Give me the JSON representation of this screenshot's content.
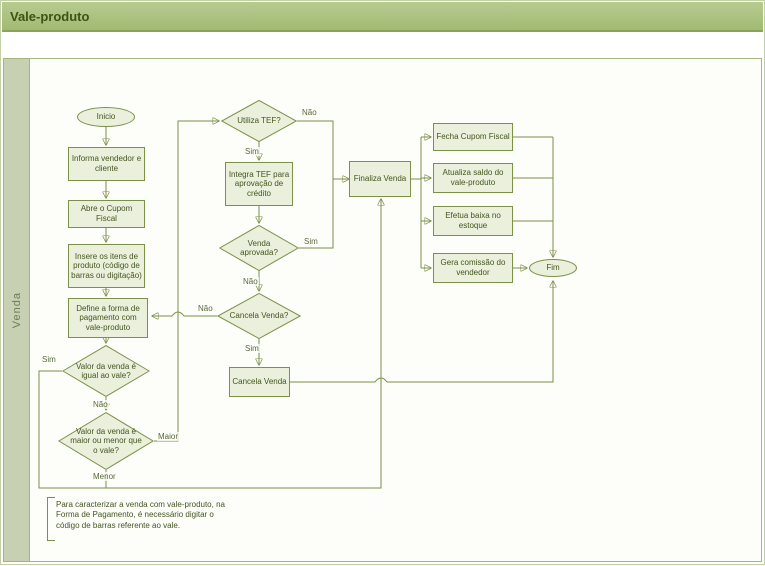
{
  "header": {
    "title": "Vale-produto"
  },
  "lane": {
    "label": "Venda"
  },
  "nodes": {
    "inicio": {
      "label": "Inicio",
      "type": "start"
    },
    "informa_vendedor": {
      "label": "Informa vendedor e cliente",
      "type": "process"
    },
    "abre_cupom": {
      "label": "Abre o Cupom Fiscal",
      "type": "process"
    },
    "insere_itens": {
      "label": "Insere os itens de produto (código de barras ou digitação)",
      "type": "process"
    },
    "define_forma": {
      "label": "Define a forma de pagamento com vale-produto",
      "type": "process"
    },
    "valor_igual": {
      "label": "Valor da venda é igual ao vale?",
      "type": "decision"
    },
    "valor_maior_menor": {
      "label": "Valor da venda é maior ou menor que o vale?",
      "type": "decision"
    },
    "utiliza_tef": {
      "label": "Utiliza TEF?",
      "type": "decision"
    },
    "integra_tef": {
      "label": "Integra TEF para aprovação de crédito",
      "type": "process"
    },
    "venda_aprovada": {
      "label": "Venda aprovada?",
      "type": "decision"
    },
    "cancela_venda_q": {
      "label": "Cancela Venda?",
      "type": "decision"
    },
    "cancela_venda": {
      "label": "Cancela Venda",
      "type": "process"
    },
    "finaliza_venda": {
      "label": "Finaliza Venda",
      "type": "process"
    },
    "fecha_cupom": {
      "label": "Fecha Cupom Fiscal",
      "type": "process"
    },
    "atualiza_saldo": {
      "label": "Atualiza saldo do vale-produto",
      "type": "process"
    },
    "efetua_baixa": {
      "label": "Efetua baixa no estoque",
      "type": "process"
    },
    "gera_comissao": {
      "label": "Gera comissão do vendedor",
      "type": "process"
    },
    "fim": {
      "label": "Fim",
      "type": "end"
    }
  },
  "edges": {
    "igual_sim": "Sim",
    "igual_nao": "Não",
    "maior": "Maior",
    "menor": "Menor",
    "tef_sim": "Sim",
    "tef_nao": "Não",
    "aprovada_sim": "Sim",
    "aprovada_nao": "Não",
    "cancela_nao": "Não",
    "cancela_sim": "Sim"
  },
  "note": {
    "text": "Para caracterizar a venda com vale-produto, na Forma de Pagamento, é necessário digitar o código de barras referente ao vale."
  },
  "colors": {
    "header_bg": "#a9c17e",
    "header_text": "#3e5313",
    "shape_fill": "#eaf0dc",
    "shape_border": "#7b9148",
    "connector": "#7b9148",
    "lane_bg": "#c7d0b3",
    "lane_text": "#6e7e55"
  }
}
